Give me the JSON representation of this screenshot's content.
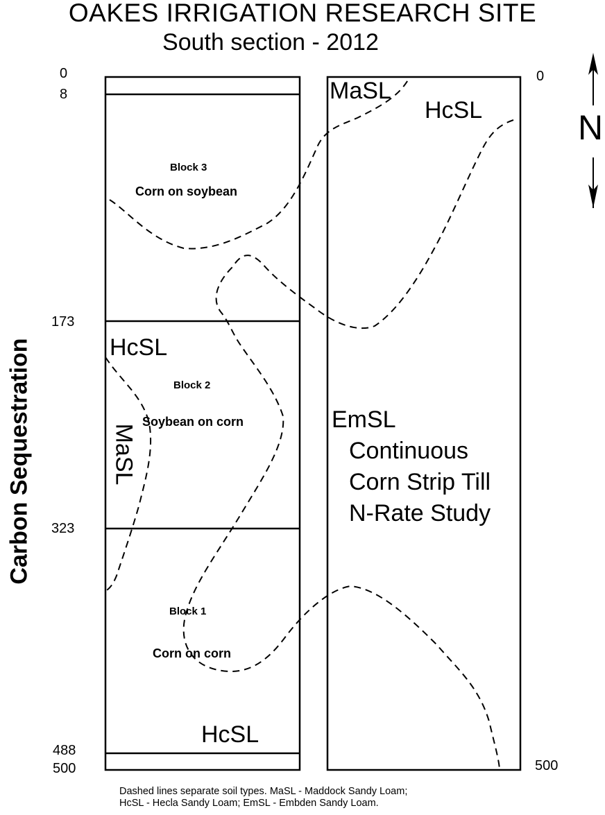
{
  "title": "OAKES IRRIGATION RESEARCH SITE",
  "subtitle": "South section - 2012",
  "left_axis_ticks": [
    "0",
    "8",
    "173",
    "323",
    "488",
    "500"
  ],
  "right_axis_ticks": [
    "0",
    "500"
  ],
  "vertical_label": "Carbon Sequestration",
  "north_label": "N",
  "blocks": [
    {
      "name": "Block 3",
      "crop": "Corn on soybean"
    },
    {
      "name": "Block 2",
      "crop": "Soybean on corn"
    },
    {
      "name": "Block 1",
      "crop": "Corn on corn"
    }
  ],
  "soil_labels": {
    "top_right_masl": "MaSL",
    "top_right_hcsl": "HcSL",
    "left_hcsl": "HcSL",
    "left_masl": "MaSL",
    "bottom_hcsl": "HcSL",
    "right_emsl": "EmSL"
  },
  "study_lines": [
    "Continuous",
    "Corn Strip Till",
    "N-Rate Study"
  ],
  "footer_lines": [
    "Dashed lines separate soil types.  MaSL - Maddock Sandy Loam;",
    "HcSL - Hecla Sandy Loam; EmSL - Embden Sandy Loam."
  ]
}
